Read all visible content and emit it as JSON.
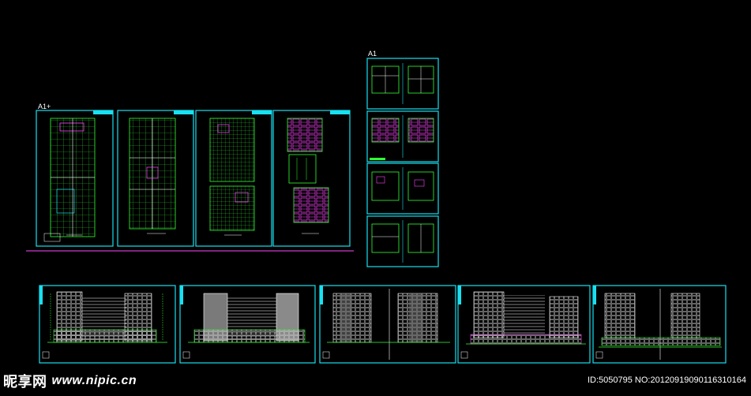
{
  "viewport": {
    "background": "#000000",
    "frame_color": "#18e0f0",
    "line_colors": [
      "#33ff33",
      "#ffffff",
      "#ff44ff",
      "#ffff33",
      "#18e0f0"
    ]
  },
  "labels": {
    "group_a": "A1+",
    "group_b": "A1"
  },
  "watermark": {
    "brand": "昵享网",
    "url": "www.nipic.cn",
    "id_text": "ID:5050795 NO:20120919090116310164"
  }
}
